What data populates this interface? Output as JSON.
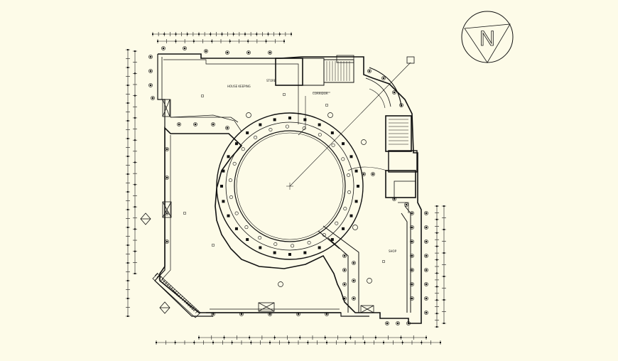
{
  "north_arrow": {
    "letter": "N"
  },
  "labels": {
    "room_top": "HOUSE KEEPING",
    "room_small_a": "STORE",
    "room_corridor": "CORRIDOR",
    "room_right": "SHOP"
  }
}
